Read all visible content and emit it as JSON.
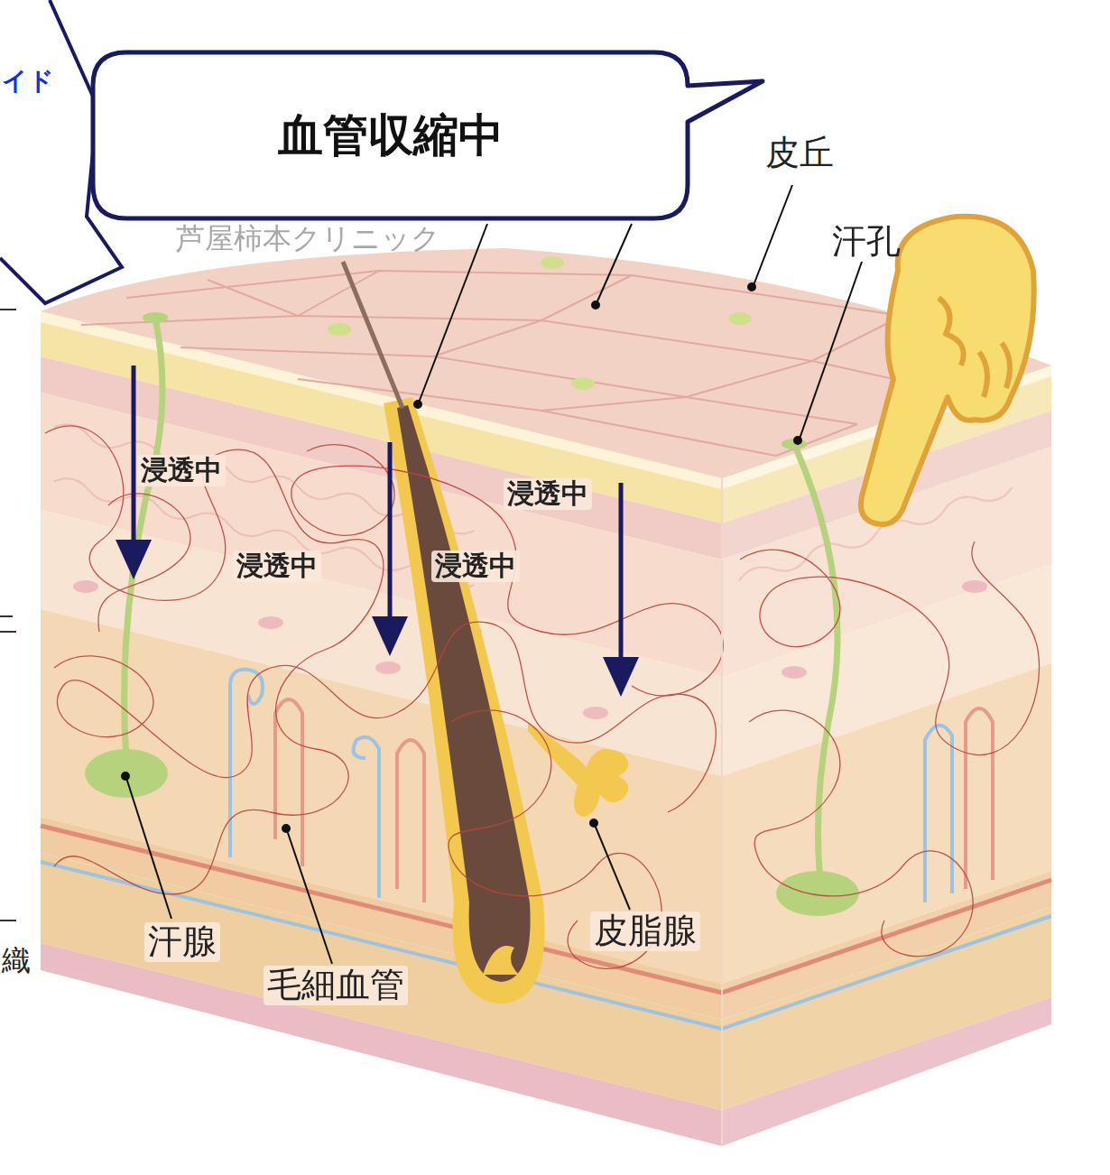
{
  "diagram": {
    "nodes": [
      {
        "text": [
          "血管収縮中"
        ]
      }
    ],
    "labels": [
      "イド",
      "芦屋柿本クリニック",
      "皮丘",
      "汗孔",
      "浸透中",
      "浸透中",
      "浸透中",
      "浸透中",
      "汗腺",
      "毛細血管",
      "皮脂腺",
      "織"
    ]
  }
}
